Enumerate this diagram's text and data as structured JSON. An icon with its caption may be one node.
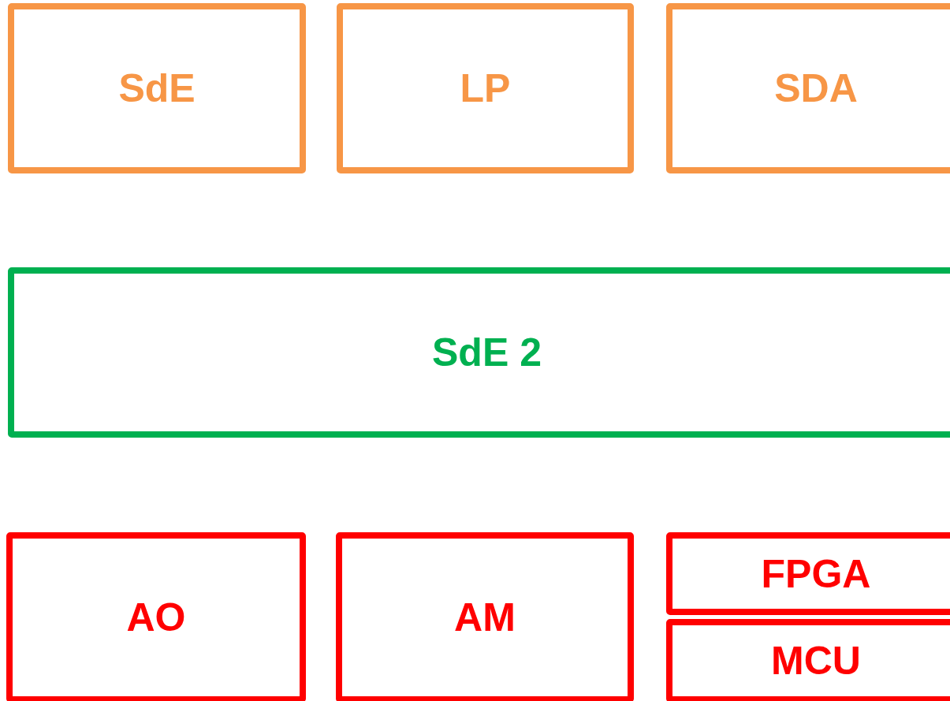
{
  "diagram": {
    "nodes": [
      {
        "text": [
          "SdE"
        ]
      },
      {
        "text": [
          "LP"
        ]
      },
      {
        "text": [
          "SDA"
        ]
      },
      {
        "text": [
          "SdE 2"
        ]
      },
      {
        "text": [
          "AO"
        ]
      },
      {
        "text": [
          "AM"
        ]
      },
      {
        "text": [
          "FPGA"
        ]
      },
      {
        "text": [
          "MCU"
        ]
      }
    ]
  }
}
